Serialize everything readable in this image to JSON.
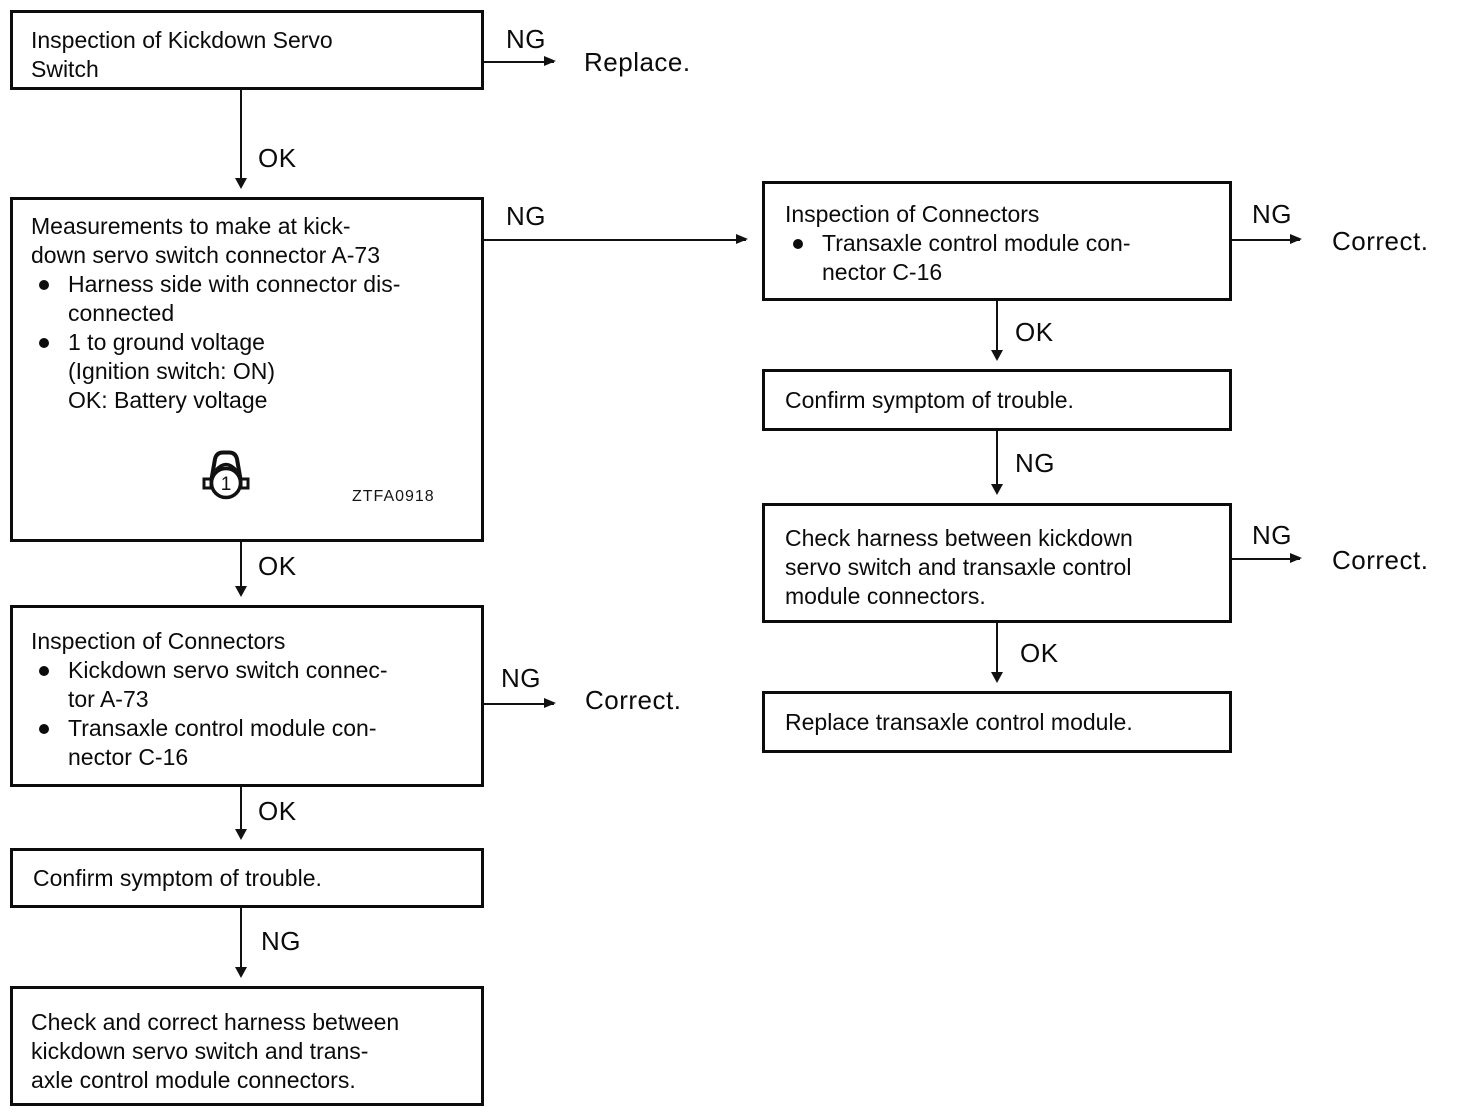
{
  "figure": {
    "code": "ZTFA0918"
  },
  "nodes": {
    "inspect_switch": {
      "lines": [
        "Inspection of Kickdown Servo",
        "Switch"
      ]
    },
    "measurements": {
      "lines": [
        "Measurements to make at kick-",
        "down servo switch connector A-73"
      ],
      "bullets": [
        {
          "lines": [
            "Harness side with connector dis-",
            "connected"
          ]
        },
        {
          "lines": [
            "1 to ground voltage",
            "(Ignition switch: ON)",
            "OK: Battery voltage"
          ]
        }
      ],
      "icon": {
        "name": "connector-terminal-icon",
        "terminal_number": "1"
      }
    },
    "inspect_connectors_left": {
      "lines": [
        "Inspection of Connectors"
      ],
      "bullets": [
        {
          "lines": [
            "Kickdown servo switch connec-",
            "tor A-73"
          ]
        },
        {
          "lines": [
            "Transaxle control module con-",
            "nector C-16"
          ]
        }
      ]
    },
    "confirm_left": {
      "lines": [
        "Confirm symptom of trouble."
      ]
    },
    "check_correct_harness": {
      "lines": [
        "Check and correct harness between",
        "kickdown servo switch and trans-",
        "axle control module connectors."
      ]
    },
    "inspect_connectors_right": {
      "lines": [
        "Inspection of Connectors"
      ],
      "bullets": [
        {
          "lines": [
            "Transaxle control module con-",
            "nector C-16"
          ]
        }
      ]
    },
    "confirm_right": {
      "lines": [
        "Confirm symptom of trouble."
      ]
    },
    "check_harness": {
      "lines": [
        "Check harness between kickdown",
        "servo switch and transaxle control",
        "module connectors."
      ]
    },
    "replace_tcm": {
      "lines": [
        "Replace transaxle control module."
      ]
    }
  },
  "edges": {
    "switch_ng": {
      "label": "NG",
      "result": "Replace."
    },
    "switch_ok": {
      "label": "OK"
    },
    "measure_ng": {
      "label": "NG"
    },
    "measure_ok": {
      "label": "OK"
    },
    "conn_left_ng": {
      "label": "NG",
      "result": "Correct."
    },
    "conn_left_ok": {
      "label": "OK"
    },
    "confirm_left_ng": {
      "label": "NG"
    },
    "conn_right_ng": {
      "label": "NG",
      "result": "Correct."
    },
    "conn_right_ok": {
      "label": "OK"
    },
    "confirm_right_ng": {
      "label": "NG"
    },
    "harness_ng": {
      "label": "NG",
      "result": "Correct."
    },
    "harness_ok": {
      "label": "OK"
    }
  }
}
